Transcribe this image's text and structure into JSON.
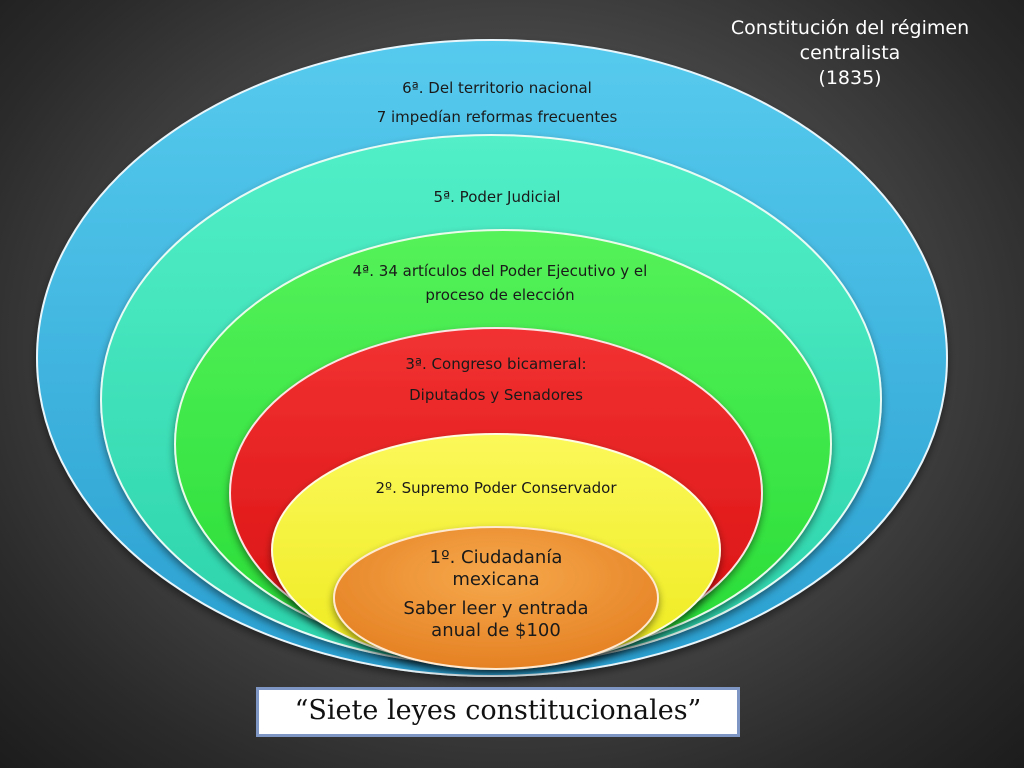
{
  "title": {
    "line1": "Constitución del régimen",
    "line2": "centralista",
    "line3": "(1835)"
  },
  "layers": [
    {
      "id": "ley-6",
      "color": "#3dbbe0",
      "lines": [
        "6ª. Del territorio nacional",
        "7 impedían reformas  frecuentes"
      ]
    },
    {
      "id": "ley-5",
      "color": "#3de5bd",
      "lines": [
        "5ª. Poder Judicial"
      ]
    },
    {
      "id": "ley-4",
      "color": "#3ded47",
      "lines": [
        "4ª. 34 artículos del Poder Ejecutivo y el",
        "proceso de elección"
      ]
    },
    {
      "id": "ley-3",
      "color": "#ec1b1b",
      "lines": [
        "3ª. Congreso bicameral:",
        "Diputados y Senadores"
      ]
    },
    {
      "id": "ley-2",
      "color": "#f8f535",
      "lines": [
        "2º. Supremo Poder Conservador"
      ]
    },
    {
      "id": "ley-1",
      "color": "#f0922f",
      "lines": [
        "1º. Ciudadanía",
        "mexicana",
        "Saber leer y entrada",
        "anual de $100"
      ]
    }
  ],
  "banner": {
    "text": "“Siete leyes constitucionales”"
  }
}
